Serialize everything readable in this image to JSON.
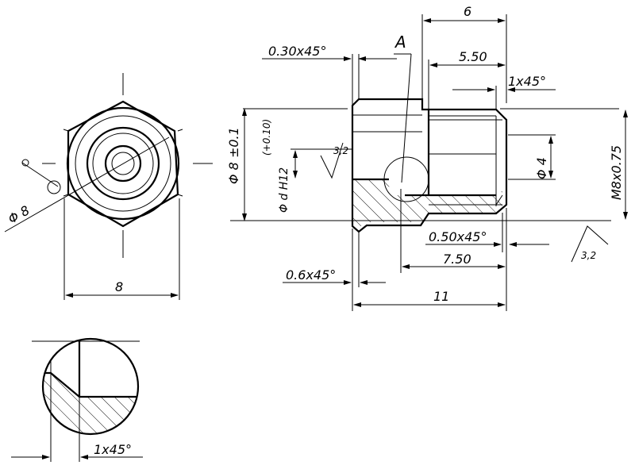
{
  "dimensions": {
    "width_6": "6",
    "chamfer_030": "0.30x45°",
    "section_mark": "A",
    "width_550": "5.50",
    "chamfer_1x45": "1x45°",
    "dia_8_tol": "Φ 8 ±0.1",
    "dia_d": "Φ d H12",
    "tol_plus": "(+0.10)",
    "rough_32_a": "3,2",
    "dia_4": "Φ 4",
    "thread": "M8x0.75",
    "chamfer_050": "0.50x45°",
    "rough_32_b": "3,2",
    "length_750": "7.50",
    "chamfer_06": "0.6x45°",
    "length_11": "11",
    "hex_8": "8",
    "circle_dia_8": "Φ 8",
    "detail_chamfer": "1x45°"
  }
}
